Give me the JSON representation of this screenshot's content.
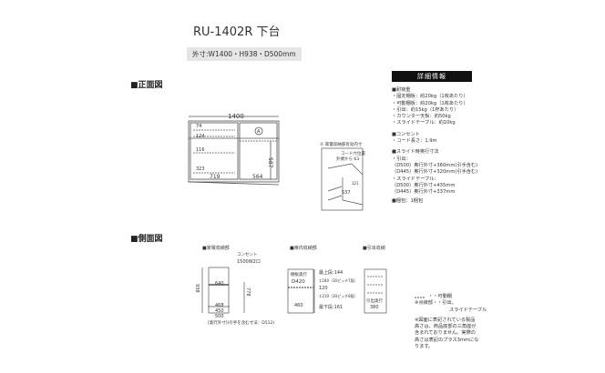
{
  "header": {
    "title": "RU-1402R 下台",
    "dimensions": "外寸:W1400・H938・D500mm"
  },
  "front": {
    "section": "■正面図",
    "width": "1400",
    "d74": "74",
    "d124": "124",
    "d116": "116",
    "d323": "323",
    "d719": "719",
    "d564": "564",
    "d587": "587",
    "marker": "A",
    "inset": {
      "label": "Ⓐ 家電収納部有効内寸",
      "cord": "コード穴位置",
      "cord2": "外側から 63",
      "d537": "537",
      "d121": "121"
    }
  },
  "info": {
    "heading": "詳細情報",
    "lines": [
      "■耐荷重",
      "・固定棚板：約20kg（1枚あたり）",
      "・可動棚板：約20kg（1枚あたり）",
      "・引出：約15kg（1杯あたり）",
      "・カウンター天板：約50kg",
      "・スライドテーブル：約10kg",
      "",
      "■コンセント",
      "・コード長さ：1.9m",
      "",
      "■スライド時奥行寸法",
      "・引出：",
      "（D500）奥行外寸+360mm(引手含む)",
      "（D445）奥行外寸+320mm(引手含む)",
      "・スライドテーブル：",
      "（D500）奥行外寸+435mm",
      "（D445）奥行外寸+337mm",
      "",
      "■梱包：1梱包"
    ]
  },
  "side": {
    "section": "■側面図",
    "appliance": {
      "label": "■家電収納部",
      "outlet": "コンセント",
      "outlet2": "1500W2口",
      "h938": "938",
      "d640": "640",
      "h778": "778",
      "d468": "468",
      "d450": "450",
      "d500": "500",
      "footnote": "[奥行外寸](引手を含む寸法：D512)"
    },
    "cabinet": {
      "label": "■扉内収納部",
      "shelf": "棚板奥行",
      "shelf2": "D420",
      "top": "最上段:144",
      "p180": "↕180（30ピッチ7段）",
      "d120": "120",
      "p210": "↕210（30ピッチ8段）",
      "bottom": "最下段:161",
      "d460": "460"
    },
    "drawer": {
      "label": "■引出収納",
      "inner": "引出奥行",
      "inner2": "380"
    }
  },
  "notes": {
    "legend1": "・・可動棚",
    "legend2": "※点線部・・引出、",
    "legend3": "スライドテーブル",
    "remark": [
      "※図面に表記されている製品",
      "高さは、商品底部の三角座が",
      "含まれておりません。実際の",
      "高さは表記のプラス3mmにな",
      "ります。"
    ]
  }
}
